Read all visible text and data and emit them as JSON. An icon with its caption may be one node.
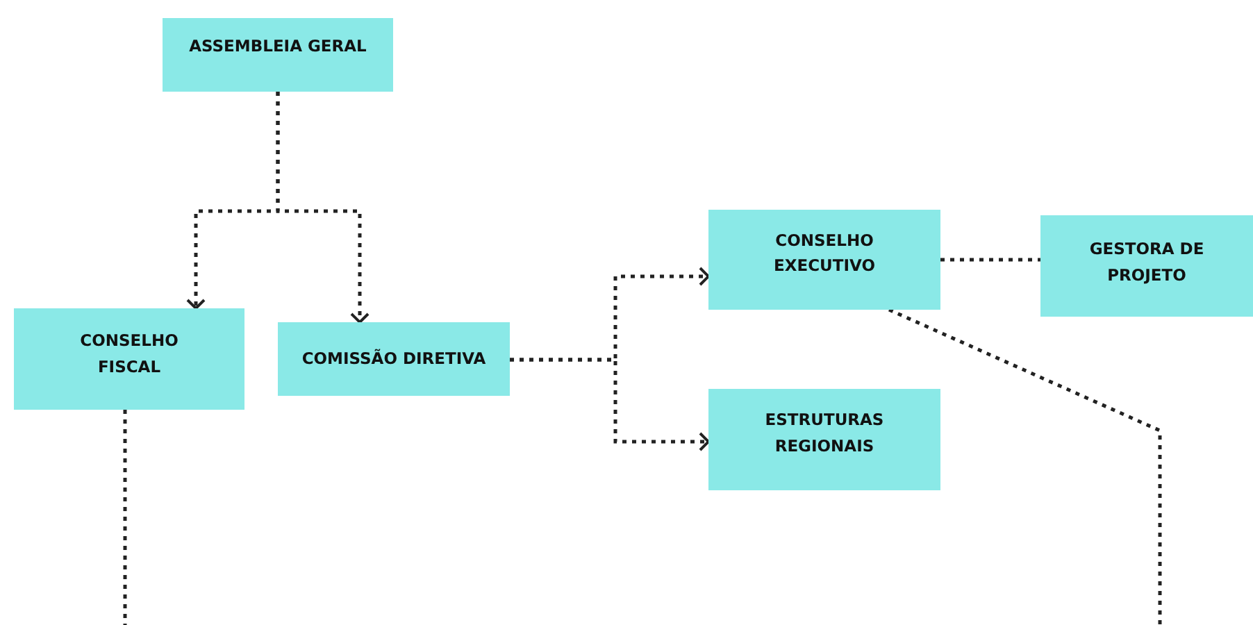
{
  "diagram": {
    "nodes": [
      {
        "text": [
          "ASSEMBLEIA GERAL"
        ]
      },
      {
        "text": [
          "CONSELHO FISCAL"
        ]
      },
      {
        "text": [
          "COMISSÃO DIRETIVA"
        ]
      },
      {
        "text": [
          "CONSELHO EXECUTIVO"
        ]
      },
      {
        "text": [
          "GESTORA DE PROJETO"
        ]
      },
      {
        "text": [
          "ESTRUTURAS REGIONAIS"
        ]
      }
    ],
    "edges": [
      {
        "from": 0,
        "to": 1,
        "arrow": "to"
      },
      {
        "from": 0,
        "to": 2,
        "arrow": "to"
      },
      {
        "from": 2,
        "to": 3,
        "arrow": "to"
      },
      {
        "from": 2,
        "to": 5,
        "arrow": "to"
      },
      {
        "from": 3,
        "to": 4,
        "arrow": "none"
      },
      {
        "from": 1,
        "to": null,
        "arrow": "none"
      },
      {
        "from": 3,
        "to": null,
        "arrow": "none"
      }
    ]
  }
}
